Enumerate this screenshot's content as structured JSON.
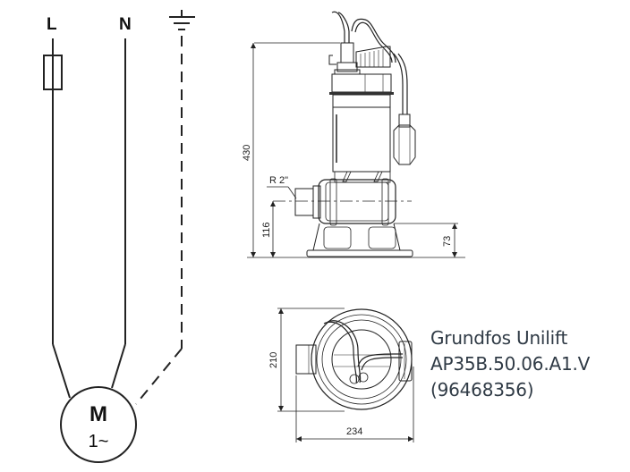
{
  "wiring": {
    "labels": {
      "line": "L",
      "neutral": "N"
    },
    "earth_symbol": "ground-icon",
    "motor": {
      "letter": "M",
      "phase": "1~"
    }
  },
  "pump_drawing": {
    "side_view": {
      "dimensions": {
        "overall_height": "430",
        "outlet_center_height": "116",
        "base_height": "73",
        "outlet_thread": "R 2\""
      }
    },
    "top_view": {
      "dimensions": {
        "depth": "210",
        "width": "234"
      }
    }
  },
  "caption": {
    "line1": "Grundfos Unilift",
    "line2": "AP35B.50.06.A1.V",
    "line3": "(96468356)"
  },
  "colors": {
    "line": "#222222",
    "caption_text": "#2f3a45",
    "background": "#ffffff"
  }
}
